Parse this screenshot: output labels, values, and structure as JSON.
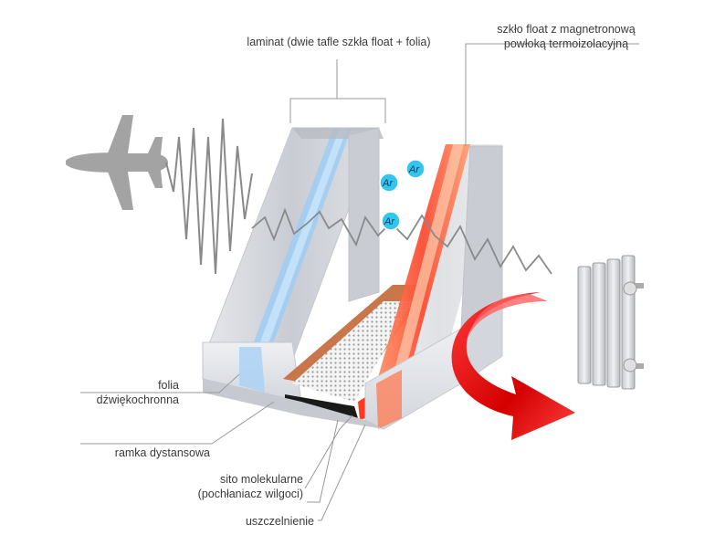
{
  "labels": {
    "laminate": "laminat (dwie tafle szkła float + folia)",
    "coated_glass_line1": "szkło float z magnetronową",
    "coated_glass_line2": "powłoką termoizolacyjną",
    "foil_line1": "folia",
    "foil_line2": "dźwiękochronna",
    "spacer": "ramka dystansowa",
    "sieve_line1": "sito molekularne",
    "sieve_line2": "(pochłaniacz wilgoci)",
    "seal": "uszczelnienie"
  },
  "gas": [
    "Ar",
    "Ar",
    "Ar"
  ],
  "icons": [
    "airplane-icon",
    "radiator-icon",
    "heat-reflection-arrow-icon"
  ],
  "colors": {
    "glass": "#d5d7dc",
    "foil": "#9cc9f0",
    "coating": "#ff5a36",
    "spacer": "#c8764a",
    "sealant": "#1a1a1a",
    "gas_bubble": "#33c3ec",
    "arrow": "#e01010",
    "sound_wave": "#8a8a8a",
    "airplane": "#a0a0a0"
  }
}
